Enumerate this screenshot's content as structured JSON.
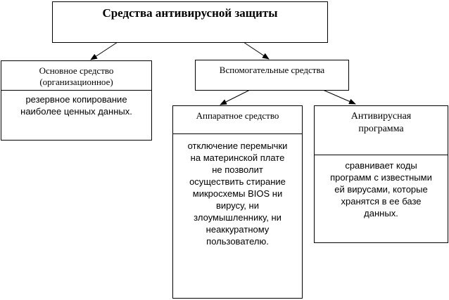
{
  "diagram": {
    "root": {
      "title": "Средства антивирусной защиты"
    },
    "main_means": {
      "title_line1": "Основное средство",
      "title_line2": "(организационное)",
      "description_line1": "резервное копирование",
      "description_line2": "наиболее ценных данных."
    },
    "auxiliary_means": {
      "title": "Вспомогательные средства"
    },
    "hardware_means": {
      "title": "Аппаратное средство",
      "description_lines": [
        "отключение перемычки",
        "на материнской плате",
        "не позволит",
        "осуществить стирание",
        "микросхемы BIOS ни",
        "вирусу, ни",
        "злоумышленнику, ни",
        "неаккуратному",
        "пользователю."
      ]
    },
    "antivirus_program": {
      "title_line1": "Антивирусная",
      "title_line2": "программа",
      "description_lines": [
        "сравнивает коды",
        "программ с известными",
        "ей вирусами, которые",
        "хранятся в ее базе",
        "данных."
      ]
    }
  },
  "colors": {
    "line": "#000000",
    "background": "#ffffff"
  }
}
